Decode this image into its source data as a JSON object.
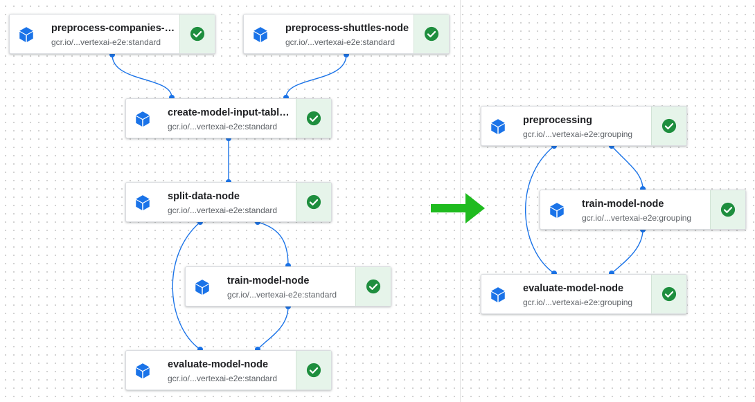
{
  "colors": {
    "edge": "#1a73e8",
    "status_bg": "#e6f4ea",
    "success": "#1e8e3e",
    "arrow": "#1fbb1f",
    "node_icon": "#1a73e8"
  },
  "icons": {
    "node": "cube-icon",
    "status": "check-circle-icon",
    "transition": "right-arrow-icon"
  },
  "before_pipeline": {
    "nodes": [
      {
        "title": "preprocess-companies-n...",
        "subtitle": "gcr.io/...vertexai-e2e:standard",
        "status": "succeeded"
      },
      {
        "title": "preprocess-shuttles-node",
        "subtitle": "gcr.io/...vertexai-e2e:standard",
        "status": "succeeded"
      },
      {
        "title": "create-model-input-table...",
        "subtitle": "gcr.io/...vertexai-e2e:standard",
        "status": "succeeded"
      },
      {
        "title": "split-data-node",
        "subtitle": "gcr.io/...vertexai-e2e:standard",
        "status": "succeeded"
      },
      {
        "title": "train-model-node",
        "subtitle": "gcr.io/...vertexai-e2e:standard",
        "status": "succeeded"
      },
      {
        "title": "evaluate-model-node",
        "subtitle": "gcr.io/...vertexai-e2e:standard",
        "status": "succeeded"
      }
    ]
  },
  "after_pipeline": {
    "nodes": [
      {
        "title": "preprocessing",
        "subtitle": "gcr.io/...vertexai-e2e:grouping",
        "status": "succeeded"
      },
      {
        "title": "train-model-node",
        "subtitle": "gcr.io/...vertexai-e2e:grouping",
        "status": "succeeded"
      },
      {
        "title": "evaluate-model-node",
        "subtitle": "gcr.io/...vertexai-e2e:grouping",
        "status": "succeeded"
      }
    ]
  }
}
